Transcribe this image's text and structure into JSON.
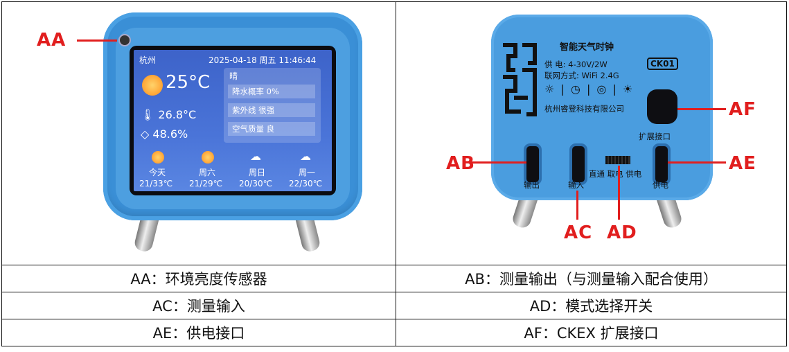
{
  "front": {
    "city": "杭州",
    "datetime": "2025-04-18  周五  11:46:44",
    "temp": "25°C",
    "indoor_temp": "26.8°C",
    "humidity": "48.6%",
    "weather": "晴",
    "info": [
      "降水概率 0%",
      "紫外线 很强",
      "空气质量 良"
    ],
    "forecast": [
      {
        "day": "今天",
        "range": "21/33℃",
        "icon": "sun-icon"
      },
      {
        "day": "周六",
        "range": "21/29℃",
        "icon": "sun-icon"
      },
      {
        "day": "周日",
        "range": "20/30℃",
        "icon": "rain-cloud-icon"
      },
      {
        "day": "周一",
        "range": "22/30℃",
        "icon": "rain-cloud-icon"
      }
    ]
  },
  "back": {
    "title": "智能天气时钟",
    "power": "供    电: 4-30V/2W",
    "network": "联网方式: WiFi 2.4G",
    "company": "杭州睿登科技有限公司",
    "model": "CK01",
    "expansion": "扩展接口",
    "port_out": "输出",
    "port_in": "输入",
    "port_power": "供电",
    "switch_labels": "直通 取电 供电"
  },
  "callouts": {
    "aa": "AA",
    "ab": "AB",
    "ac": "AC",
    "ad": "AD",
    "ae": "AE",
    "af": "AF"
  },
  "captions": [
    "AA：环境亮度传感器",
    "AB：测量输出（与测量输入配合使用）",
    "AC：测量输入",
    "AD：模式选择开关",
    "AE：供电接口",
    "AF：CKEX 扩展接口"
  ],
  "colors": {
    "callout": "#e11e1e",
    "device": "#3a8fd6"
  }
}
